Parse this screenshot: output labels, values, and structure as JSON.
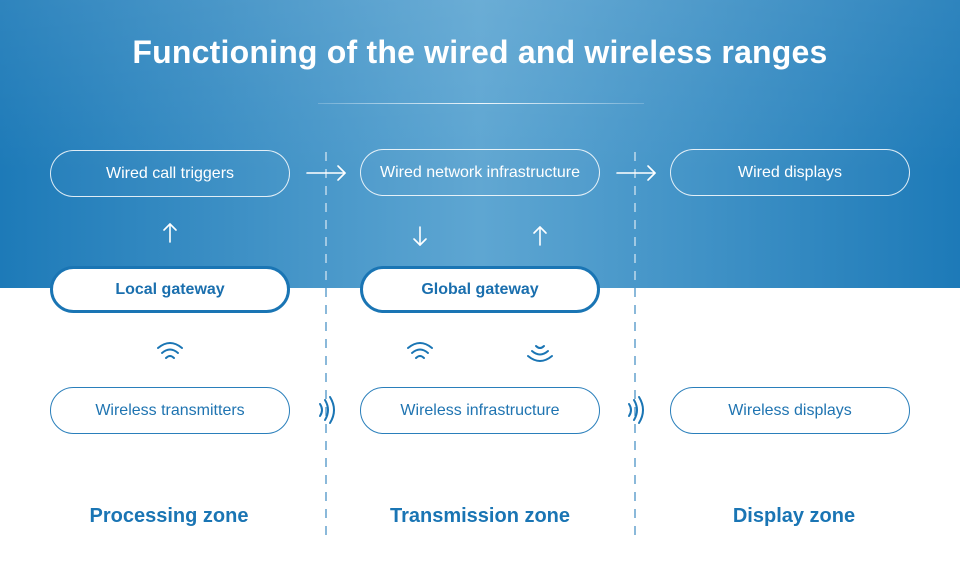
{
  "title": "Functioning of the wired and wireless ranges",
  "nodes": {
    "wired_call_triggers": "Wired call triggers",
    "wired_network_infrastructure": "Wired network infrastructure",
    "wired_displays": "Wired displays",
    "local_gateway": "Local gateway",
    "global_gateway": "Global gateway",
    "wireless_transmitters": "Wireless transmitters",
    "wireless_infrastructure": "Wireless infrastructure",
    "wireless_displays": "Wireless displays"
  },
  "zones": [
    "Processing zone",
    "Transmission zone",
    "Display zone"
  ],
  "icons": {
    "arrow": "arrow-icon",
    "wifi": "wifi-signal-icon"
  },
  "colors": {
    "band": "#1d7ab8",
    "accent": "#1a75b4",
    "white": "#ffffff"
  }
}
